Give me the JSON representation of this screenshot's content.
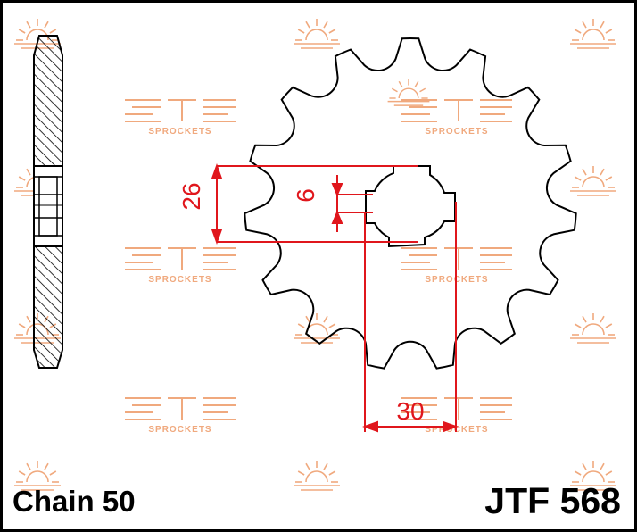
{
  "drawing": {
    "chain_label": "Chain 50",
    "part_number": "JTF 568",
    "dimensions": {
      "spline_height": "26",
      "key_width": "6",
      "bore_offset": "30"
    },
    "watermark": {
      "brand_text": "SPROCKETS",
      "brand_color": "#f0a97e",
      "sun_color": "#f0a97e"
    },
    "colors": {
      "outline": "#000000",
      "dimension": "#e0161c",
      "frame": "#000000"
    },
    "teeth_count": 15
  }
}
